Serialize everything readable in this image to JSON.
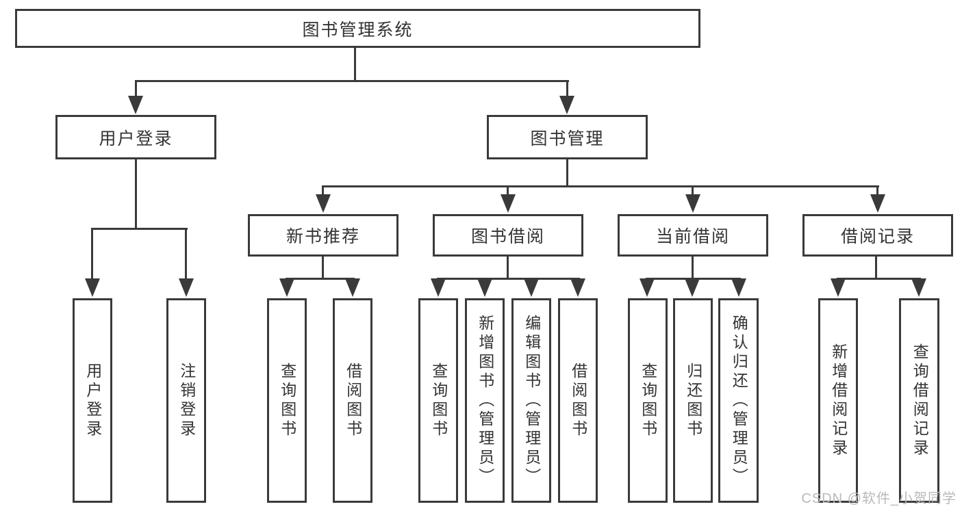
{
  "diagram": {
    "root": {
      "label": "图书管理系统"
    },
    "level2": [
      {
        "id": "user-login",
        "label": "用户登录"
      },
      {
        "id": "book-management",
        "label": "图书管理"
      }
    ],
    "level3": [
      {
        "id": "new-book-recommend",
        "label": "新书推荐",
        "parent": "book-management"
      },
      {
        "id": "book-borrowing",
        "label": "图书借阅",
        "parent": "book-management"
      },
      {
        "id": "current-borrowing",
        "label": "当前借阅",
        "parent": "book-management"
      },
      {
        "id": "borrowing-records",
        "label": "借阅记录",
        "parent": "book-management"
      }
    ],
    "leaves": [
      {
        "id": "leaf-user-login",
        "label": "用户登录",
        "parent": "user-login"
      },
      {
        "id": "leaf-logout",
        "label": "注销登录",
        "parent": "user-login"
      },
      {
        "id": "leaf-query-books-1",
        "label": "查询图书",
        "parent": "new-book-recommend"
      },
      {
        "id": "leaf-borrow-books-1",
        "label": "借阅图书",
        "parent": "new-book-recommend"
      },
      {
        "id": "leaf-query-books-2",
        "label": "查询图书",
        "parent": "book-borrowing"
      },
      {
        "id": "leaf-add-books",
        "label": "新增图书（管理员）",
        "parent": "book-borrowing"
      },
      {
        "id": "leaf-edit-books",
        "label": "编辑图书（管理员）",
        "parent": "book-borrowing"
      },
      {
        "id": "leaf-borrow-books-2",
        "label": "借阅图书",
        "parent": "book-borrowing"
      },
      {
        "id": "leaf-query-books-3",
        "label": "查询图书",
        "parent": "current-borrowing"
      },
      {
        "id": "leaf-return-books",
        "label": "归还图书",
        "parent": "current-borrowing"
      },
      {
        "id": "leaf-confirm-return",
        "label": "确认归还（管理员）",
        "parent": "current-borrowing"
      },
      {
        "id": "leaf-add-borrow-record",
        "label": "新增借阅记录",
        "parent": "borrowing-records"
      },
      {
        "id": "leaf-query-borrow-record",
        "label": "查询借阅记录",
        "parent": "borrowing-records"
      }
    ],
    "watermark": "CSDN @软件_小贺同学",
    "colors": {
      "line": "#3a3a3a",
      "text": "#333333",
      "watermark": "#b9b9b9",
      "background": "#ffffff"
    }
  }
}
